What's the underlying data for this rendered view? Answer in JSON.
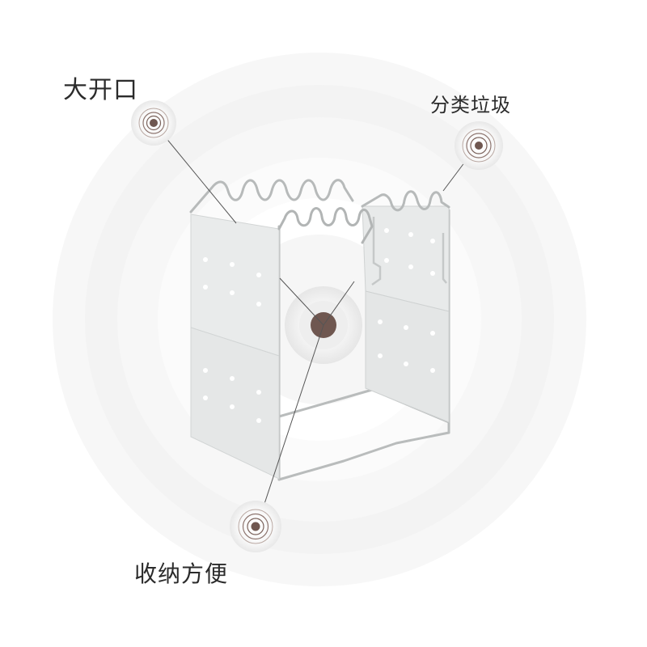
{
  "callouts": {
    "large_opening": {
      "label": "大开口",
      "icon": "target-dot-icon"
    },
    "sorting": {
      "label": "分类垃圾",
      "icon": "target-dot-icon"
    },
    "storage": {
      "label": "收纳方便",
      "icon": "target-dot-icon"
    },
    "center_marker": {
      "icon": "center-dot-icon"
    }
  },
  "colors": {
    "background": "#ffffff",
    "halo": "#eeeeee",
    "marker_brown": "#6f5750",
    "leader_line": "#555555",
    "panel_fill": "#eceeee",
    "wire": "#bfc2c2",
    "label_text": "#2b2b2b"
  }
}
